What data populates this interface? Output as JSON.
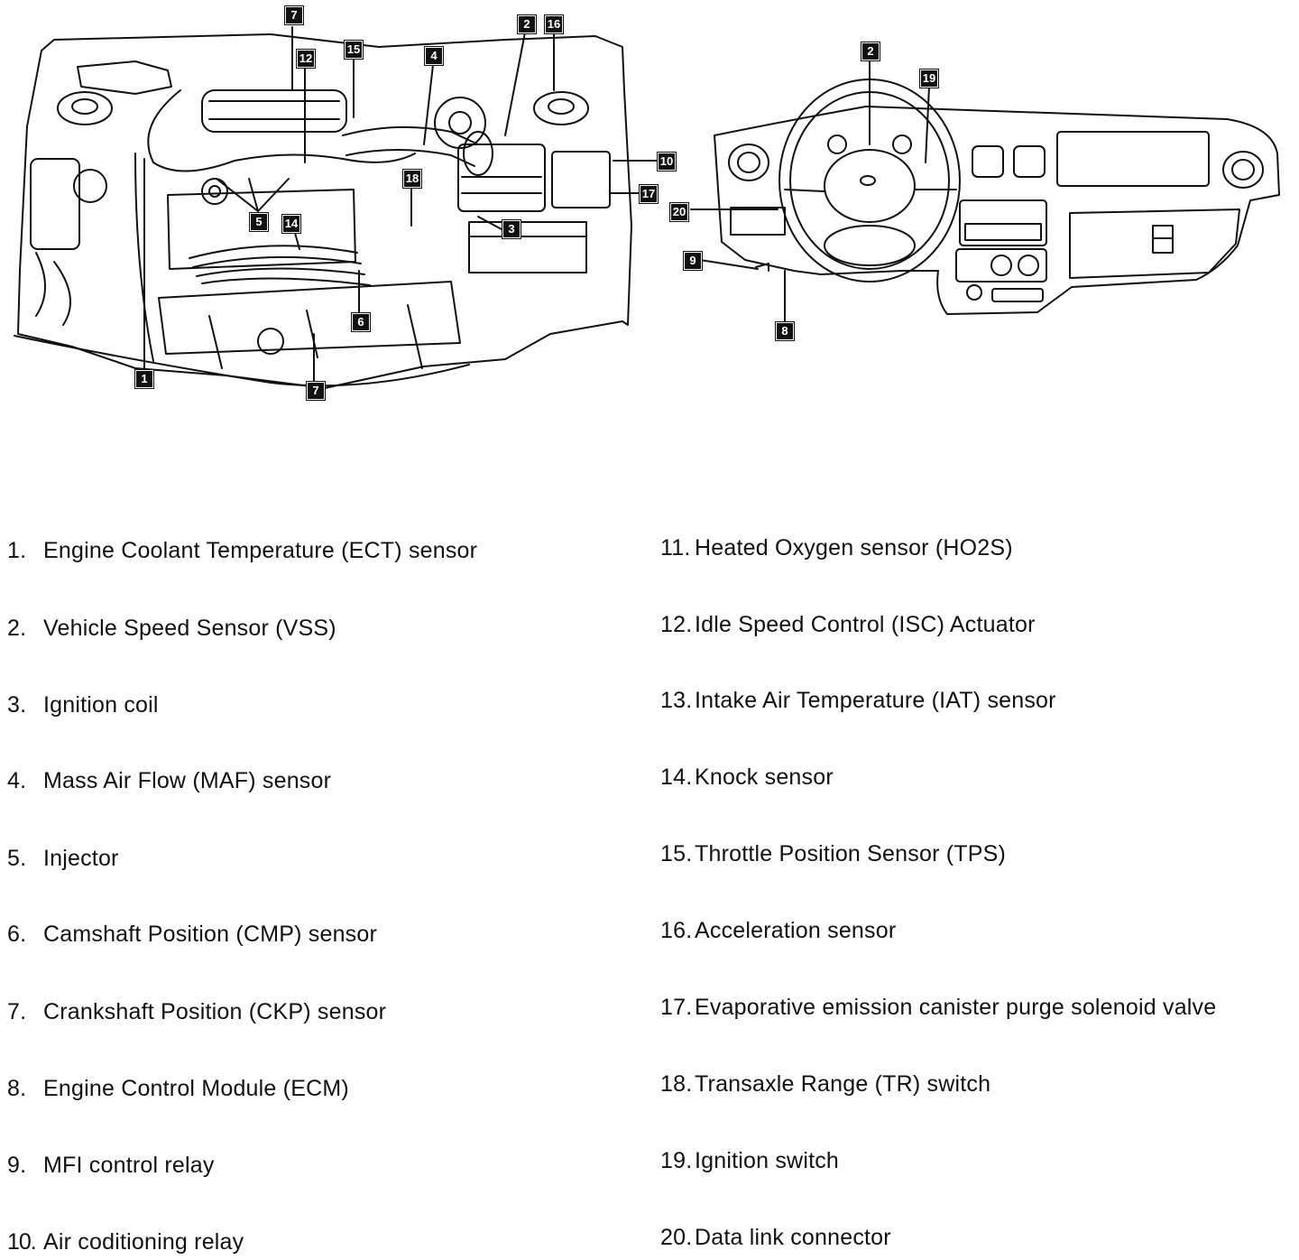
{
  "callouts": {
    "engine": {
      "c1": "1",
      "c2": "2",
      "c3": "3",
      "c4": "4",
      "c5": "5",
      "c6": "6",
      "c7_top": "7",
      "c7_bottom": "7",
      "c10": "10",
      "c12": "12",
      "c14": "14",
      "c15": "15",
      "c16": "16",
      "c17": "17",
      "c18": "18"
    },
    "dash": {
      "c2": "2",
      "c8": "8",
      "c9": "9",
      "c19": "19",
      "c20": "20"
    }
  },
  "legend": {
    "left": [
      {
        "num": "1.",
        "label": "Engine Coolant Temperature (ECT) sensor"
      },
      {
        "num": "2.",
        "label": "Vehicle Speed Sensor (VSS)"
      },
      {
        "num": "3.",
        "label": "Ignition coil"
      },
      {
        "num": "4.",
        "label": "Mass Air Flow (MAF) sensor"
      },
      {
        "num": "5.",
        "label": "Injector"
      },
      {
        "num": "6.",
        "label": "Camshaft Position (CMP) sensor"
      },
      {
        "num": "7.",
        "label": "Crankshaft Position (CKP) sensor"
      },
      {
        "num": "8.",
        "label": "Engine Control Module (ECM)"
      },
      {
        "num": "9.",
        "label": "MFI control relay"
      },
      {
        "num": "10.",
        "label": "Air coditioning relay"
      }
    ],
    "right": [
      {
        "num": "11.",
        "label": "Heated Oxygen sensor (HO2S)"
      },
      {
        "num": "12.",
        "label": "Idle Speed Control (ISC) Actuator"
      },
      {
        "num": "13.",
        "label": "Intake Air Temperature (IAT) sensor"
      },
      {
        "num": "14.",
        "label": "Knock sensor"
      },
      {
        "num": "15.",
        "label": "Throttle Position Sensor (TPS)"
      },
      {
        "num": "16.",
        "label": "Acceleration sensor"
      },
      {
        "num": "17.",
        "label": "Evaporative emission canister purge solenoid valve"
      },
      {
        "num": "18.",
        "label": "Transaxle Range (TR) switch"
      },
      {
        "num": "19.",
        "label": "Ignition switch"
      },
      {
        "num": "20.",
        "label": "Data link connector"
      }
    ]
  }
}
